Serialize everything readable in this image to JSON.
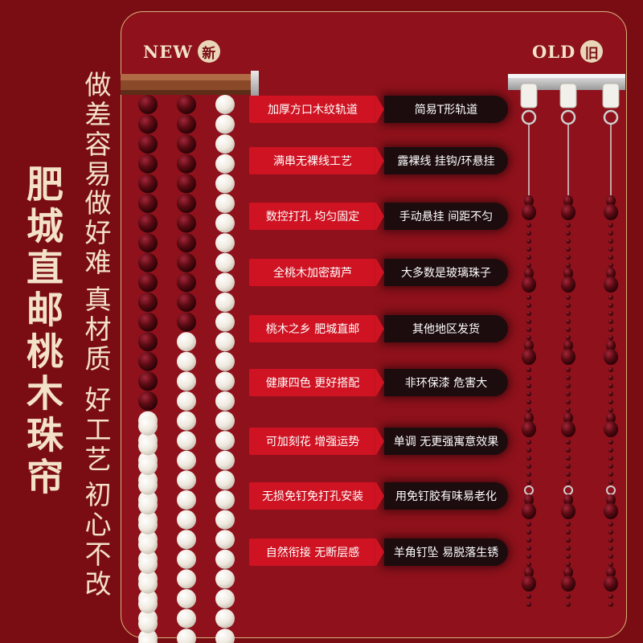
{
  "vertical": {
    "main": "肥城直邮桃木珠帘",
    "col1": "做差容易",
    "col2": "做好难",
    "col3": "真材质",
    "col4": "好工艺",
    "col5": "初心不改"
  },
  "new_label": {
    "text": "NEW",
    "badge": "新"
  },
  "old_label": {
    "text": "OLD",
    "badge": "旧"
  },
  "rows": [
    {
      "new": "加厚方口木纹轨道",
      "old": "简易T形轨道"
    },
    {
      "new": "满串无裸线工艺",
      "old": "露裸线 挂钩/环悬挂"
    },
    {
      "new": "数控打孔 均匀固定",
      "old": "手动悬挂 间距不匀"
    },
    {
      "new": "全桃木加密葫芦",
      "old": "大多数是玻璃珠子"
    },
    {
      "new": "桃木之乡 肥城直邮",
      "old": "其他地区发货"
    },
    {
      "new": "健康四色 更好搭配",
      "old": "非环保漆 危害大"
    },
    {
      "new": "可加刻花 增强运势",
      "old": "单调 无更强寓意效果"
    },
    {
      "new": "无损免钉免打孔安装",
      "old": "用免钉胶有味易老化"
    },
    {
      "new": "自然衔接 无断层感",
      "old": "羊角钉坠 易脱落生锈"
    }
  ],
  "colors": {
    "background": "#7a0d14",
    "panel": "#8e111b",
    "accent_red": "#cf1322",
    "dark_cell": "#1c0c0e",
    "gold_border": "#d9b27a",
    "cream_text": "#f3e1c8",
    "bead_red": "#5a0a12",
    "bead_white": "#f1ece4"
  }
}
